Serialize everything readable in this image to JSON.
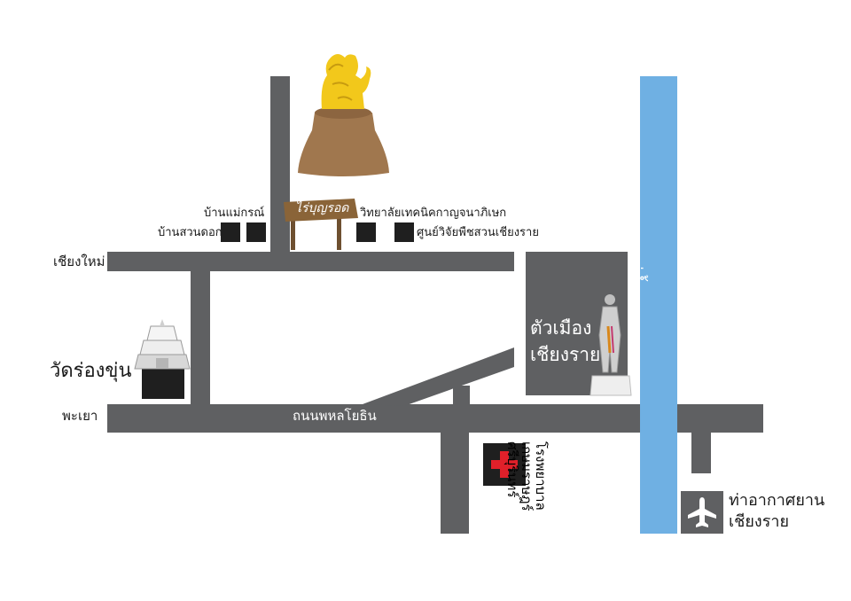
{
  "map": {
    "roads": {
      "chiang_mai": "เชียงใหม่",
      "phayao": "พะเยา",
      "phahonyothin": "ถนนพหลโยธิน"
    },
    "places": {
      "ban_mae_korn": "บ้านแม่กรณ์",
      "ban_suan_dok": "บ้านสวนดอก",
      "rai_boon_rod_sign": "ไร่บุญรอด",
      "college": "วิทยาลัยเทคนิคกาญจนาภิเษก",
      "research_center": "ศูนย์วิจัยพืชสวนเชียงราย",
      "wat_rong_khun": "วัดร่องขุ่น",
      "city_line1": "ตัวเมือง",
      "city_line2": "เชียงราย",
      "hospital_line1": "โรงพยาบาล",
      "hospital_line2": "เกษมราษฎร์",
      "hospital_line3": "ศรีบุรินทร์",
      "airport_line1": "ท่าอากาศยาน",
      "airport_line2": "เชียงราย",
      "river": "แม่น้ำกก"
    },
    "colors": {
      "road": "#5f6062",
      "river": "#6fb0e3",
      "city_block": "#5f6062",
      "hospital_cross": "#e0202a",
      "lion": "#f2c81b",
      "pedestal": "#a0774e"
    },
    "icons": {
      "landmark": "singha-statue-icon",
      "temple": "white-temple-icon",
      "monument": "king-mengrai-statue-icon",
      "hospital": "red-cross-icon",
      "airport": "airplane-icon"
    }
  }
}
